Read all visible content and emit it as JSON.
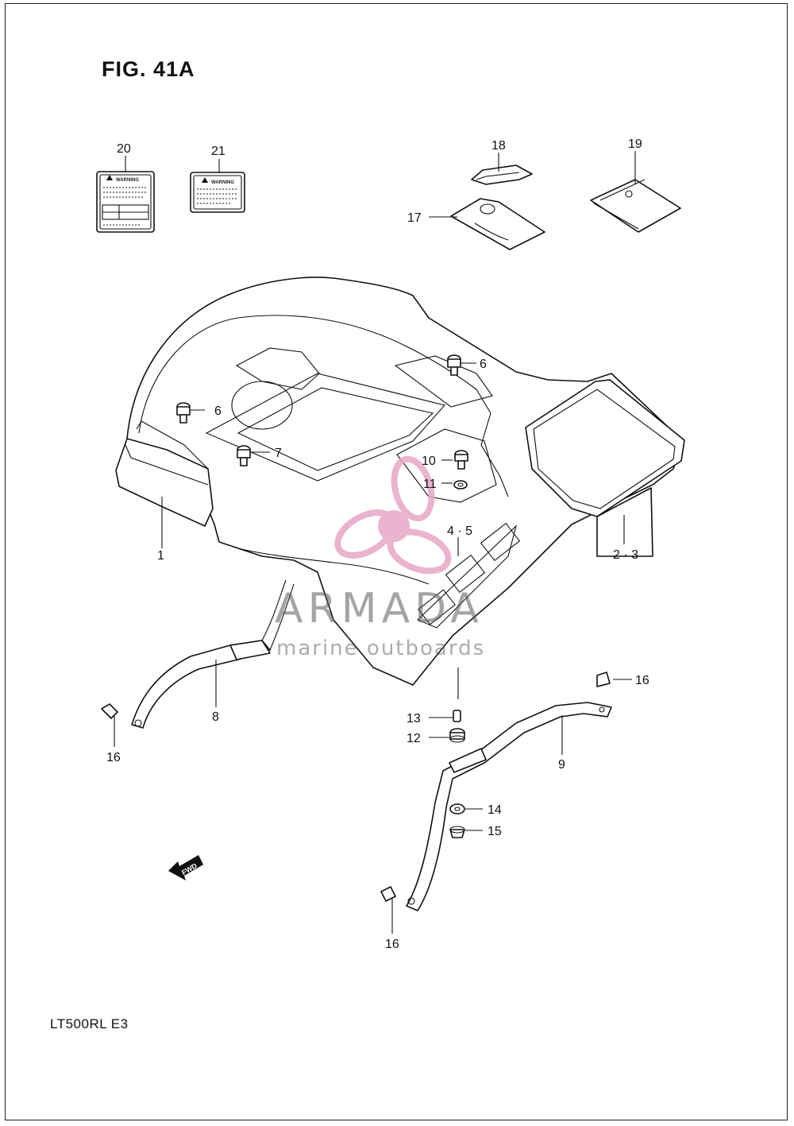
{
  "figure": {
    "title": "FIG. 41A",
    "model": "LT500RL  E3"
  },
  "watermark": {
    "brand": "ARMADA",
    "tagline": "marine outboards",
    "logo_color": "#e7a6c6"
  },
  "decals": {
    "warning_20": "WARNING",
    "warning_21": "WARNING"
  },
  "fwd_arrow": "FWD",
  "callouts": {
    "c1": "1",
    "c2_3": "2 · 3",
    "c4_5": "4 · 5",
    "c6a": "6",
    "c6b": "6",
    "c7": "7",
    "c8": "8",
    "c9": "9",
    "c10": "10",
    "c11": "11",
    "c12": "12",
    "c13": "13",
    "c14": "14",
    "c15": "15",
    "c16a": "16",
    "c16b": "16",
    "c16c": "16",
    "c17": "17",
    "c18": "18",
    "c19": "19",
    "c20": "20",
    "c21": "21"
  }
}
